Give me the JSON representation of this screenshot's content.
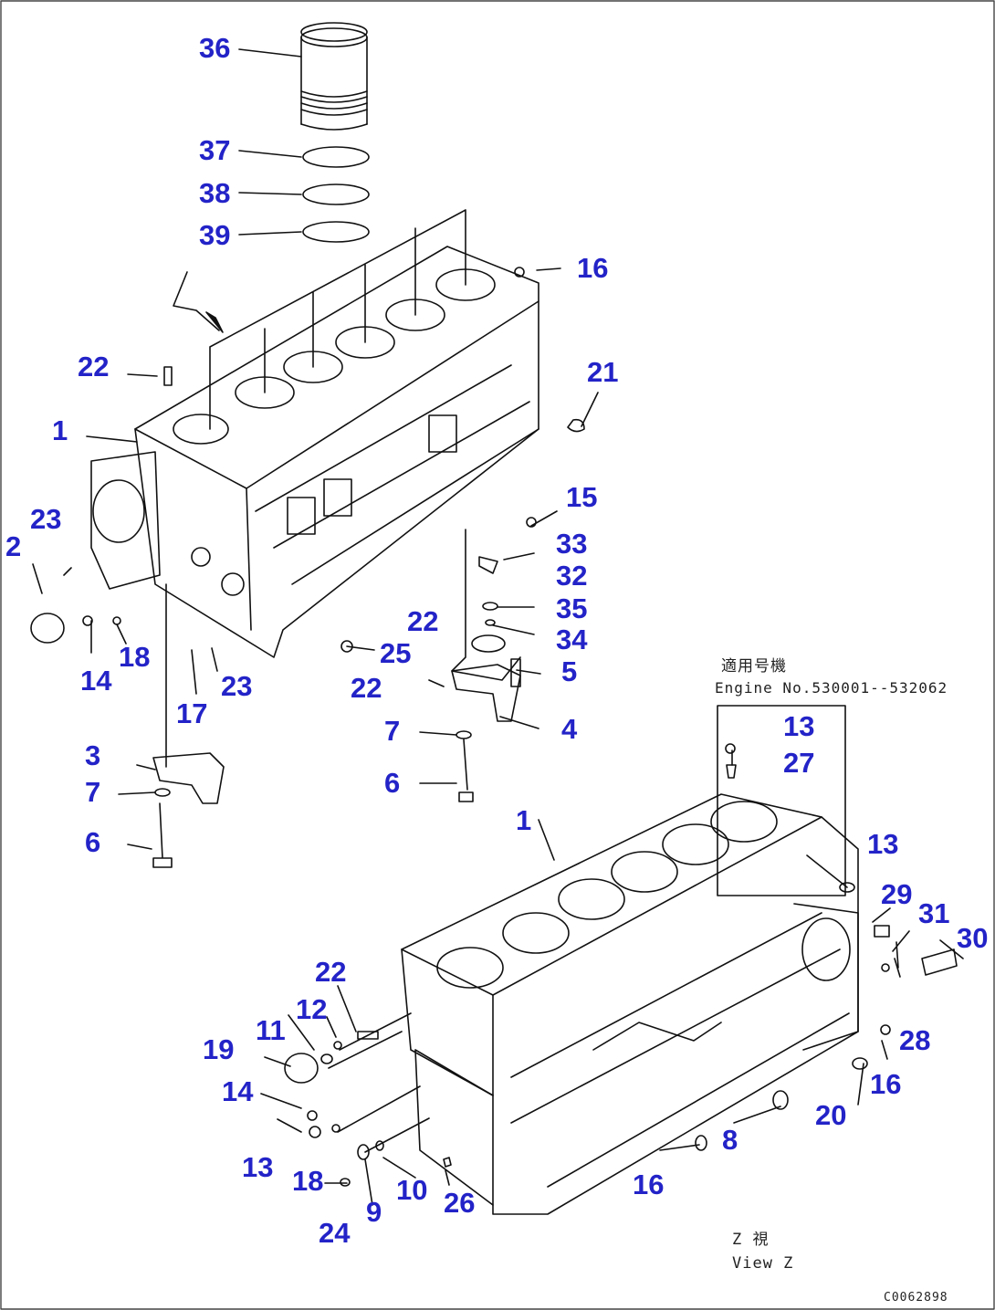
{
  "drawing_code": "C0062898",
  "engine_note": {
    "japanese": "適用号機",
    "english": "Engine No.530001--532062"
  },
  "view_note": {
    "japanese": "Z 視",
    "english": "View Z"
  },
  "callout_color": "#2323c8",
  "callouts": [
    "36",
    "37",
    "38",
    "39",
    "16",
    "22",
    "21",
    "1",
    "15",
    "33",
    "32",
    "35",
    "34",
    "2",
    "23",
    "14",
    "18",
    "25",
    "22",
    "5",
    "23",
    "17",
    "22",
    "4",
    "7",
    "3",
    "7",
    "6",
    "6",
    "13",
    "27",
    "1",
    "13",
    "29",
    "31",
    "30",
    "22",
    "12",
    "11",
    "19",
    "14",
    "28",
    "16",
    "13",
    "18",
    "10",
    "26",
    "9",
    "24",
    "16",
    "20",
    "8"
  ]
}
